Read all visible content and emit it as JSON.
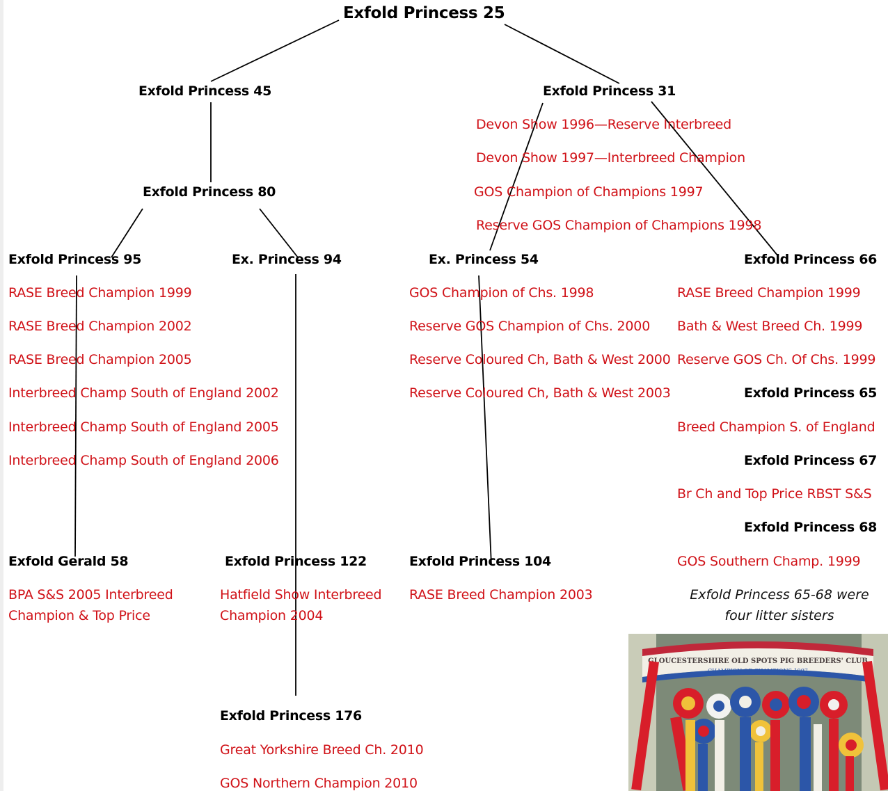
{
  "root": "Exfold Princess 25",
  "left_branch": {
    "p45": "Exfold Princess 45",
    "p80": "Exfold Princess 80",
    "p95": {
      "name": "Exfold Princess 95",
      "awards": [
        "RASE Breed Champion 1999",
        "RASE Breed Champion 2002",
        "RASE Breed Champion 2005",
        "Interbreed Champ South of England 2002",
        "Interbreed Champ South of England  2005",
        "Interbreed Champ South of England  2006"
      ]
    },
    "gerald58": {
      "name": "Exfold Gerald 58",
      "award": "BPA S&S 2005 Interbreed Champion & Top Price"
    },
    "p94": "Ex. Princess 94",
    "p122": {
      "name": "Exfold Princess 122",
      "award": "Hatfield Show Interbreed Champion 2004"
    },
    "p176": {
      "name": "Exfold Princess 176",
      "awards": [
        "Great Yorkshire Breed Ch. 2010",
        "GOS Northern Champion 2010"
      ]
    }
  },
  "right_branch": {
    "p31": {
      "name": "Exfold Princess 31",
      "awards": [
        "Devon Show 1996—Reserve Interbreed",
        "Devon Show 1997—Interbreed Champion",
        "GOS Champion of Champions 1997",
        "Reserve GOS Champion of Champions 1998"
      ]
    },
    "p54": {
      "name": "Ex. Princess 54",
      "awards": [
        "GOS Champion of Chs. 1998",
        "Reserve GOS Champion of Chs. 2000",
        "Reserve Coloured Ch, Bath & West 2000",
        "Reserve Coloured Ch, Bath & West 2003"
      ]
    },
    "p104": {
      "name": "Exfold Princess 104",
      "award": "RASE Breed Champion 2003"
    },
    "p66": {
      "name": "Exfold Princess 66",
      "awards": [
        "RASE Breed Champion 1999",
        "Bath & West Breed Ch. 1999",
        "Reserve GOS Ch. Of Chs. 1999"
      ]
    },
    "p65": {
      "name": "Exfold Princess 65",
      "award": "Breed Champion S. of England"
    },
    "p67": {
      "name": "Exfold Princess 67",
      "award": "Br Ch and Top Price RBST S&S"
    },
    "p68": {
      "name": "Exfold Princess 68",
      "award": "GOS Southern Champ. 1999"
    },
    "note": "Exfold Princess 65-68 were four litter sisters"
  },
  "photo": {
    "banner_line1": "GLOUCESTERSHIRE OLD SPOTS PIG BREEDERS' CLUB",
    "banner_line2": "CHAMPION OF CHAMPIONS 1997"
  }
}
